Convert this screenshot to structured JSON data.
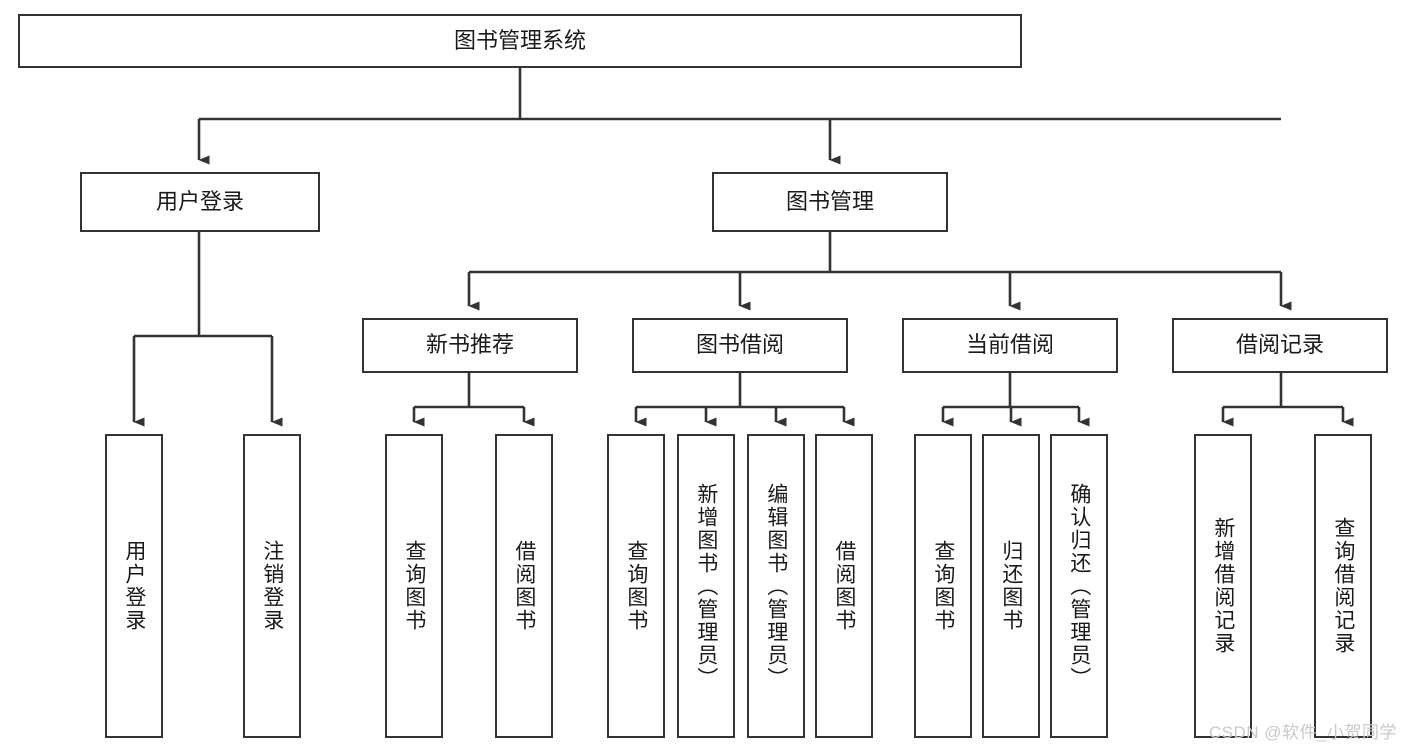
{
  "diagram": {
    "title": "图书管理系统",
    "watermark": "CSDN @软件_小贺同学",
    "colors": {
      "box_border": "#333333",
      "box_fill": "#ffffff",
      "connector": "#333333",
      "text": "#1a1a1a",
      "watermark": "#c9c9c9",
      "background": "#ffffff"
    },
    "levels": {
      "root": {
        "label": "图书管理系统"
      },
      "level2": [
        {
          "label": "用户登录"
        },
        {
          "label": "图书管理"
        }
      ],
      "level3": [
        {
          "label": "新书推荐"
        },
        {
          "label": "图书借阅"
        },
        {
          "label": "当前借阅"
        },
        {
          "label": "借阅记录"
        }
      ],
      "leaves": {
        "user_login": [
          {
            "label": "用户登录"
          },
          {
            "label": "注销登录"
          }
        ],
        "new_book_recommend": [
          {
            "label": "查询图书"
          },
          {
            "label": "借阅图书"
          }
        ],
        "book_borrow": [
          {
            "label": "查询图书"
          },
          {
            "label": "新增图书（管理员）"
          },
          {
            "label": "编辑图书（管理员）"
          },
          {
            "label": "借阅图书"
          }
        ],
        "current_borrow": [
          {
            "label": "查询图书"
          },
          {
            "label": "归还图书"
          },
          {
            "label": "确认归还（管理员）"
          }
        ],
        "borrow_record": [
          {
            "label": "新增借阅记录"
          },
          {
            "label": "查询借阅记录"
          }
        ]
      }
    }
  }
}
